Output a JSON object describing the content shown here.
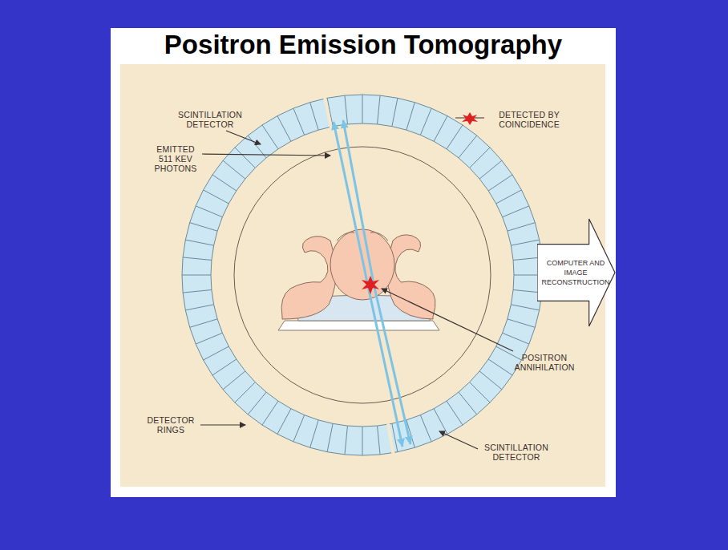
{
  "diagram": {
    "title": "Positron Emission Tomography",
    "nodes": [
      {
        "text": [
          "COMPUTER AND IMAGE RECONSTRUCTION"
        ]
      }
    ],
    "labels": [
      "SCINTILLATION DETECTOR",
      "DETECTED BY COINCIDENCE",
      "EMITTED 511 KEV PHOTONS",
      "POSITRON ANNIHILATION",
      "DETECTOR RINGS",
      "SCINTILLATION DETECTOR"
    ]
  }
}
